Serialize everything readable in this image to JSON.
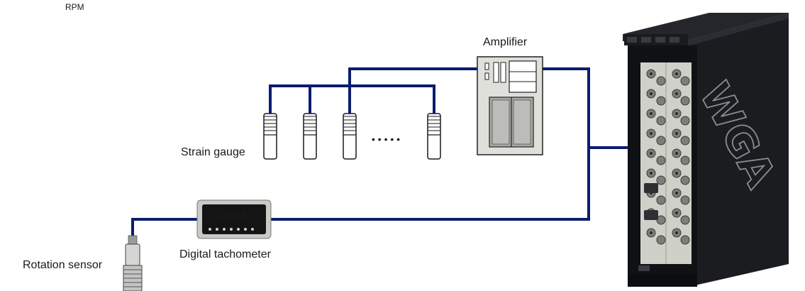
{
  "header": {
    "cropped_text": "RPM"
  },
  "labels": {
    "amplifier": "Amplifier",
    "strain_gauge": "Strain gauge",
    "digital_tachometer": "Digital tachometer",
    "rotation_sensor": "Rotation sensor"
  },
  "tachometer": {
    "display_value": "123456"
  },
  "ellipsis": "• • • • •",
  "device": {
    "brand": "WGA"
  },
  "colors": {
    "cable": "#0c1c6e",
    "device_body": "#15161a",
    "panel": "#cfd0c8",
    "amplifier_fill": "#dfe0da"
  }
}
